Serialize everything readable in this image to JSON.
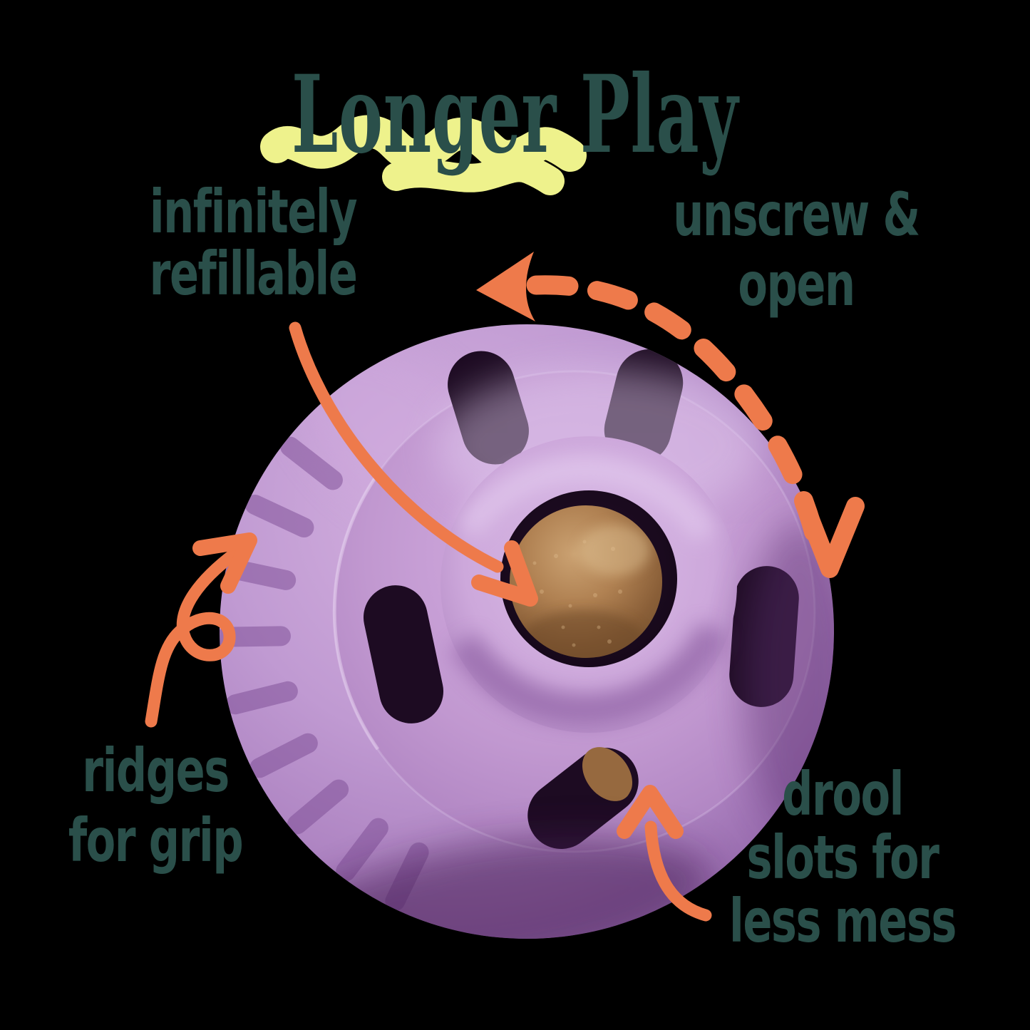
{
  "title": "Longer Play",
  "labels": {
    "refillable": {
      "lines": [
        "infinitely",
        "refillable"
      ]
    },
    "unscrew": {
      "lines": [
        "unscrew &",
        "open"
      ]
    },
    "ridges": {
      "lines": [
        "ridges",
        "for grip"
      ]
    },
    "drool": {
      "lines": [
        "drool",
        "slots for",
        "less mess"
      ]
    }
  },
  "figure": {
    "subject": "purple treat-dispensing ball dog toy",
    "details": [
      "brown treat visible through center opening",
      "tire-like ridges on outer edge",
      "dark drool slots around the center ring",
      "dashed arrow showing unscrew direction over the top of the ball"
    ]
  },
  "colors": {
    "background": "#000000",
    "text_teal": "#2a4f4a",
    "arrow_orange": "#ee7a4b",
    "highlight_yellow": "#eef28c",
    "ball_purple": "#c19ad2",
    "ball_shadow_purple": "#8a5ba1",
    "slot_dark": "#1d0b22",
    "treat_brown": "#a87c4e"
  }
}
